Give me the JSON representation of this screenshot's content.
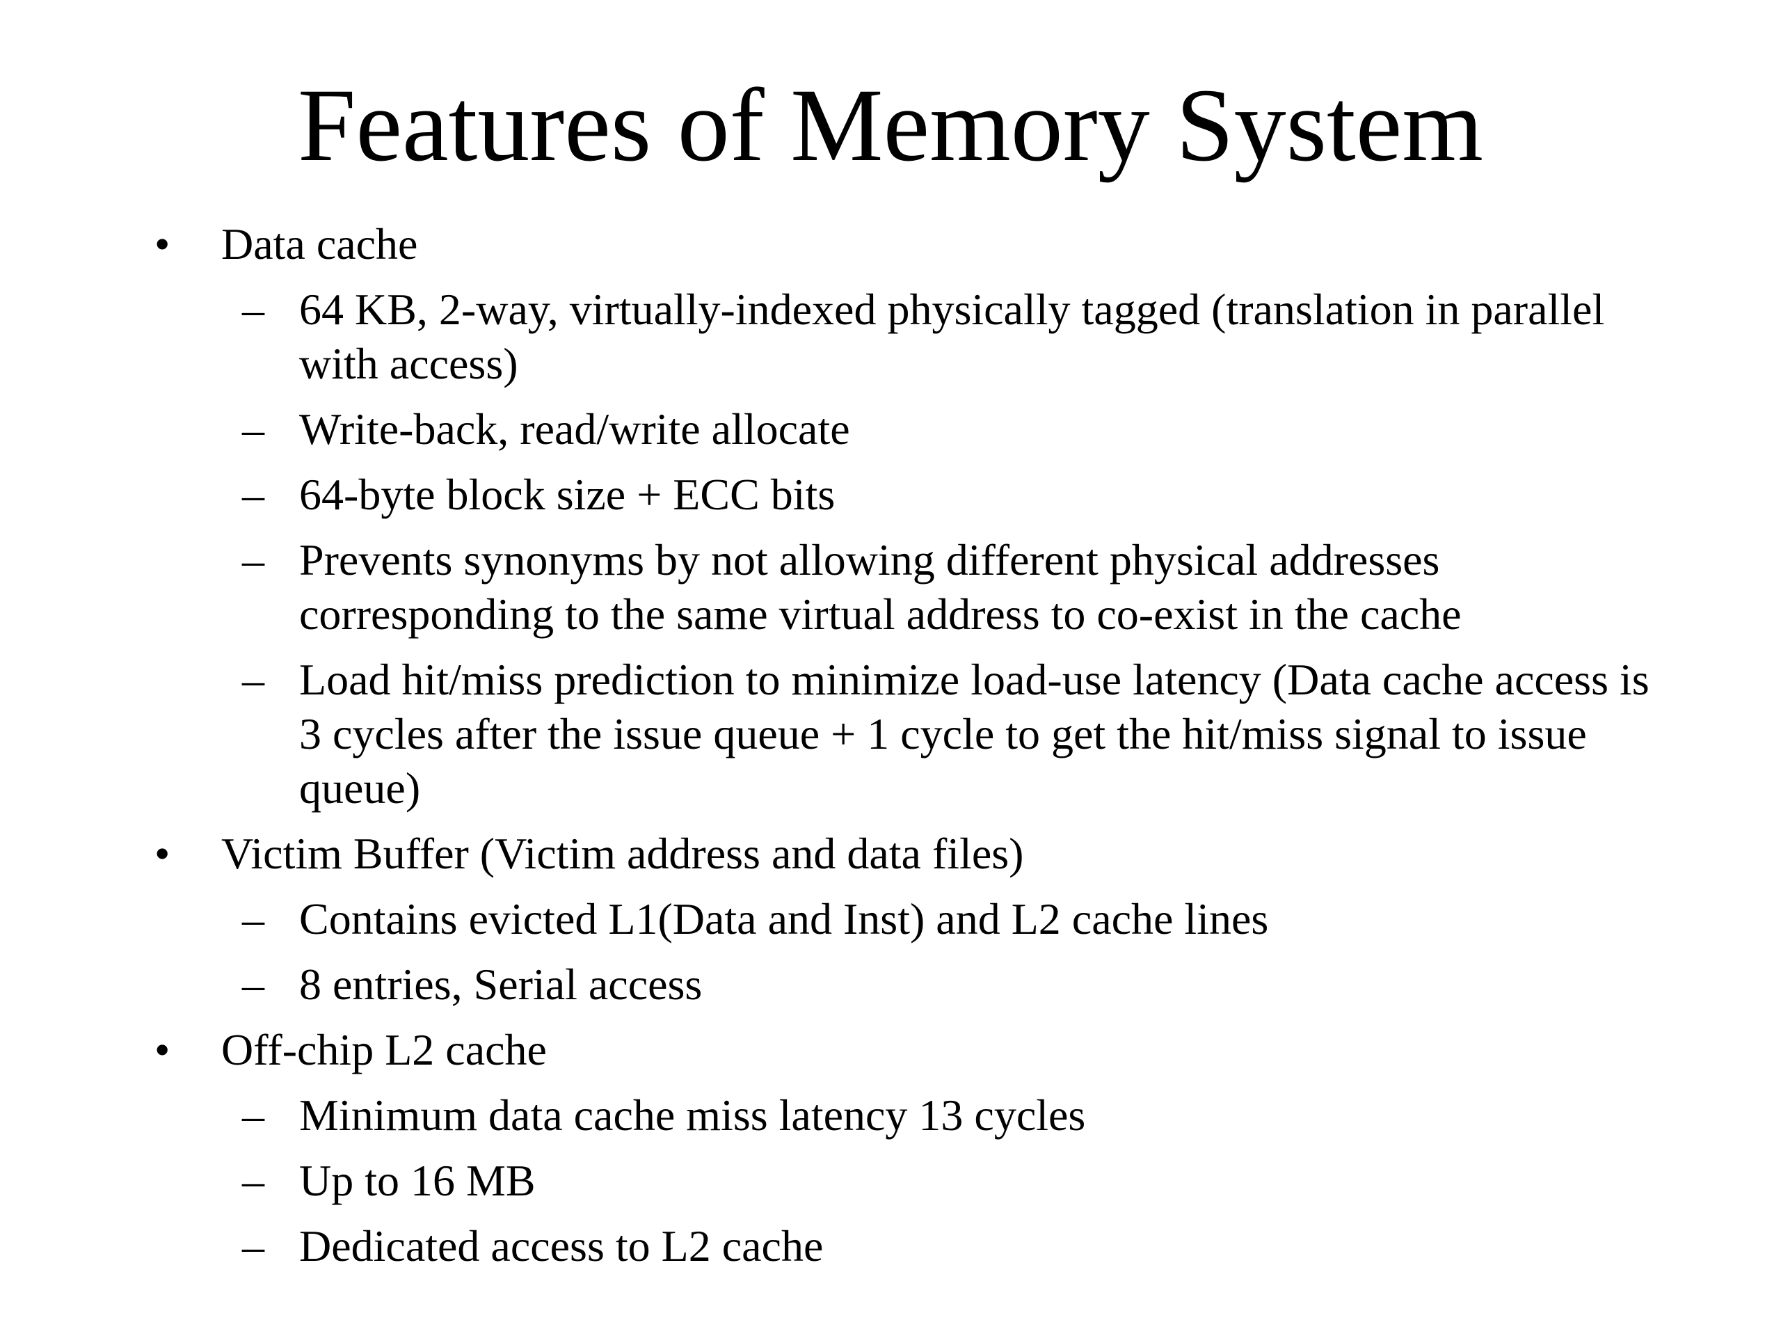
{
  "slide": {
    "title": "Features of Memory System",
    "sections": [
      {
        "label": "Data cache",
        "items": [
          "64 KB, 2-way, virtually-indexed physically tagged (translation in parallel with access)",
          "Write-back, read/write allocate",
          "64-byte block size + ECC bits",
          "Prevents synonyms by not allowing different physical addresses corresponding to the same virtual address to co-exist in the cache",
          "Load hit/miss prediction to minimize load-use latency (Data cache access is 3 cycles after the issue queue + 1 cycle to get the hit/miss signal to issue queue)"
        ]
      },
      {
        "label": "Victim Buffer (Victim address and data files)",
        "items": [
          "Contains evicted L1(Data and Inst) and L2 cache lines",
          "8 entries, Serial access"
        ]
      },
      {
        "label": "Off-chip L2 cache",
        "items": [
          "Minimum data cache miss latency 13 cycles",
          "Up to 16 MB",
          "Dedicated access to L2 cache"
        ]
      }
    ],
    "bullet_glyph": "•",
    "dash_glyph": "–"
  }
}
